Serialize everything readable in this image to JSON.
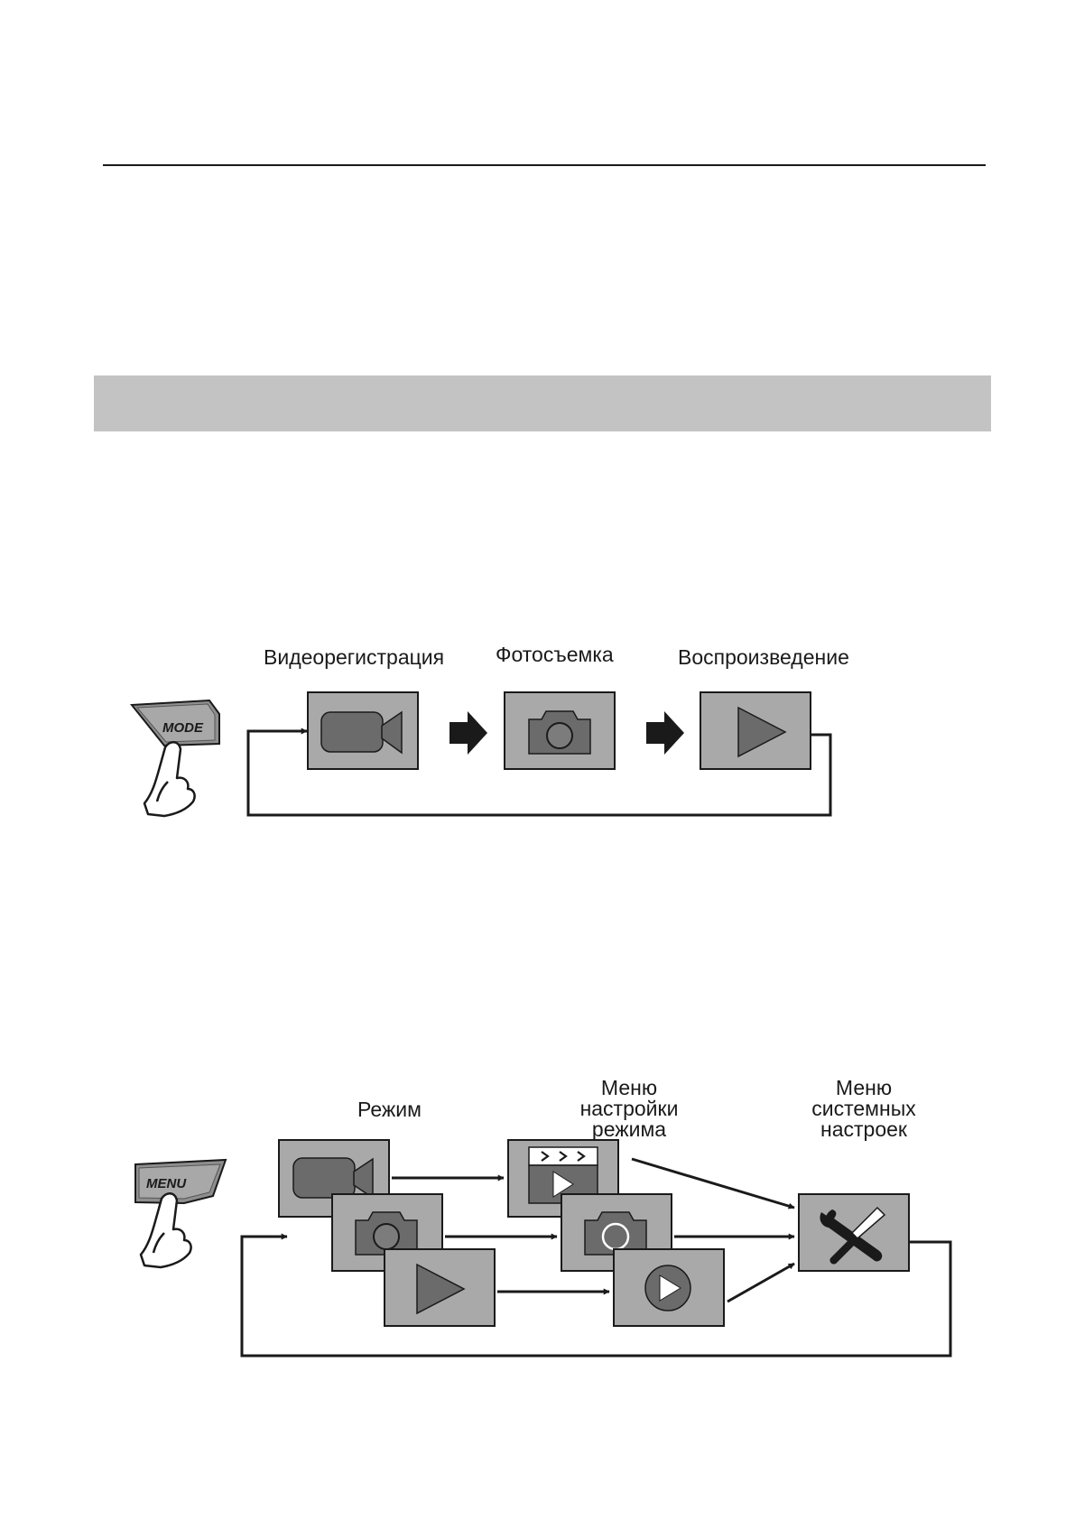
{
  "diagram1": {
    "button_label": "MODE",
    "labels": {
      "video": "Видеорегистрация",
      "photo": "Фотосъемка",
      "playback": "Воспроизведение"
    }
  },
  "diagram2": {
    "button_label": "MENU",
    "labels": {
      "mode": "Режим",
      "mode_menu": [
        "Меню",
        "настройки",
        "режима"
      ],
      "system_menu": [
        "Меню",
        "системных",
        "настроек"
      ]
    }
  }
}
